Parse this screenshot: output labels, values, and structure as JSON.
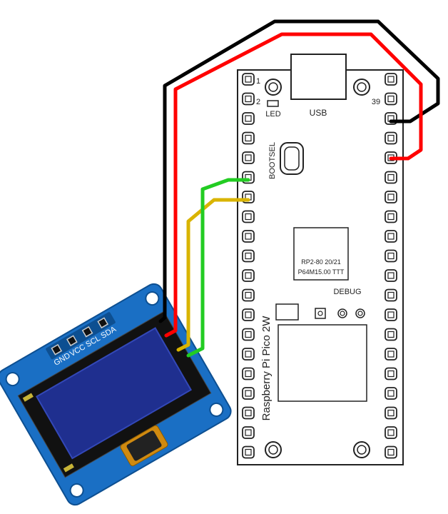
{
  "board": {
    "name": "Raspberry Pi Pico 2W",
    "usb_label": "USB",
    "led_label": "LED",
    "bootsel_label": "BOOTSEL",
    "debug_label": "DEBUG",
    "pin_numbers": {
      "pin1": "1",
      "pin2": "2",
      "pin39": "39"
    },
    "chip": {
      "line1": "RP2-80   20/21",
      "line2": "P64M15.00 TTT"
    }
  },
  "oled": {
    "pin_labels": [
      "GND",
      "VCC",
      "SCL",
      "SDA"
    ]
  },
  "wires": [
    {
      "name": "gnd-wire",
      "color": "#000000"
    },
    {
      "name": "vcc-wire",
      "color": "#ff0000"
    },
    {
      "name": "scl-wire",
      "color": "#d9b400"
    },
    {
      "name": "sda-wire",
      "color": "#22cc22"
    }
  ]
}
